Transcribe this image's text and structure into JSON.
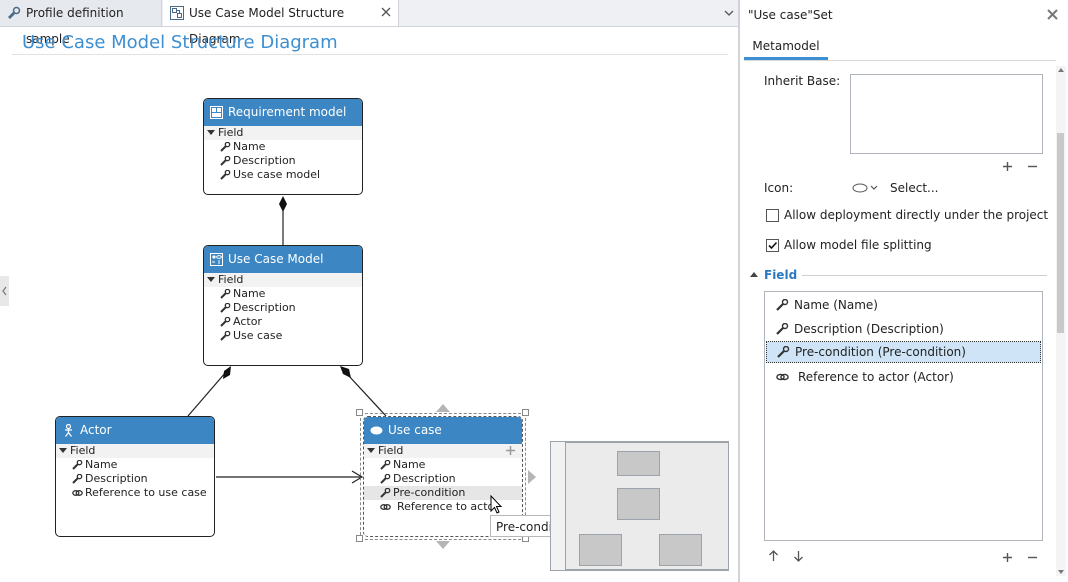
{
  "tabs": [
    {
      "label": "Profile definition sample",
      "icon": "profile-icon",
      "active": false
    },
    {
      "label": "Use Case Model Structure Diagram",
      "icon": "diagram-icon",
      "active": true
    }
  ],
  "diagram": {
    "title": "Use Case Model Structure Diagram",
    "classes": {
      "requirement_model": {
        "title": "Requirement model",
        "icon": "requirement-model-icon",
        "section": "Field",
        "fields": [
          "Name",
          "Description",
          "Use case model"
        ]
      },
      "use_case_model": {
        "title": "Use Case Model",
        "icon": "use-case-model-icon",
        "section": "Field",
        "fields": [
          "Name",
          "Description",
          "Actor",
          "Use case"
        ]
      },
      "actor": {
        "title": "Actor",
        "icon": "actor-icon",
        "section": "Field",
        "fields": [
          "Name",
          "Description",
          "Reference to use case"
        ]
      },
      "use_case": {
        "title": "Use case",
        "icon": "use-case-icon",
        "section": "Field",
        "fields": [
          "Name",
          "Description",
          "Pre-condition",
          "Reference to actor"
        ],
        "highlighted_field": "Pre-condition"
      }
    },
    "tooltip": "Pre-condition"
  },
  "properties": {
    "title": "\"Use case\"Set",
    "tab": "Metamodel",
    "inherit_base_label": "Inherit Base:",
    "icon_label": "Icon:",
    "icon_select_label": "Select...",
    "allow_deployment_label": "Allow deployment directly under the project",
    "allow_deployment_checked": false,
    "allow_split_label": "Allow model file splitting",
    "allow_split_checked": true,
    "field_section_label": "Field",
    "fields": [
      {
        "label": "Name (Name)",
        "icon": "wrench-icon",
        "selected": false
      },
      {
        "label": "Description (Description)",
        "icon": "wrench-icon",
        "selected": false
      },
      {
        "label": "Pre-condition (Pre-condition)",
        "icon": "wrench-icon",
        "selected": true
      },
      {
        "label": "Reference to actor (Actor)",
        "icon": "reference-link-icon",
        "selected": false
      }
    ]
  },
  "colors": {
    "accent": "#3d8fd1",
    "header_fill": "#3b86c3",
    "selection": "#cfe5f7"
  }
}
